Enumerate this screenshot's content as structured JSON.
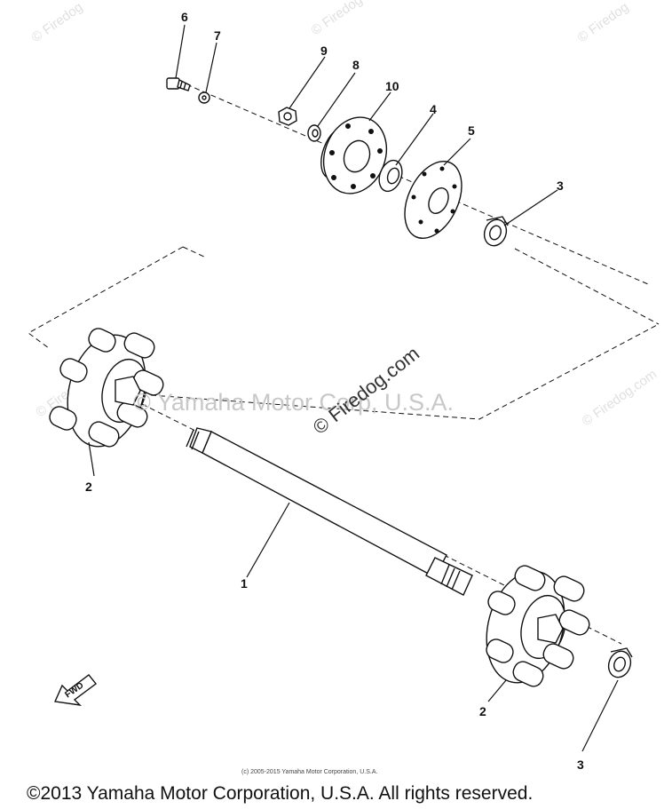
{
  "diagram": {
    "part_labels": {
      "p1": "1",
      "p2_left": "2",
      "p2_right": "2",
      "p3_top": "3",
      "p3_bottom": "3",
      "p4": "4",
      "p5": "5",
      "p6": "6",
      "p7": "7",
      "p8": "8",
      "p9": "9",
      "p10": "10"
    },
    "fwd_label": "FWD",
    "watermarks": {
      "center_company": "© Yamaha Motor Corp, U.S.A.",
      "center_site": "© Firedog.com",
      "corner_top_left": "© Firedog",
      "corner_top_mid": "© Firedog",
      "corner_top_right": "© Firedog",
      "corner_mid_right": "© Firedog.com",
      "corner_left": "© Firedog"
    },
    "fine_print": "(c) 2005-2015 Yamaha Motor Corporation, U.S.A.",
    "footer": "©2013 Yamaha Motor Corporation, U.S.A. All rights reserved."
  }
}
